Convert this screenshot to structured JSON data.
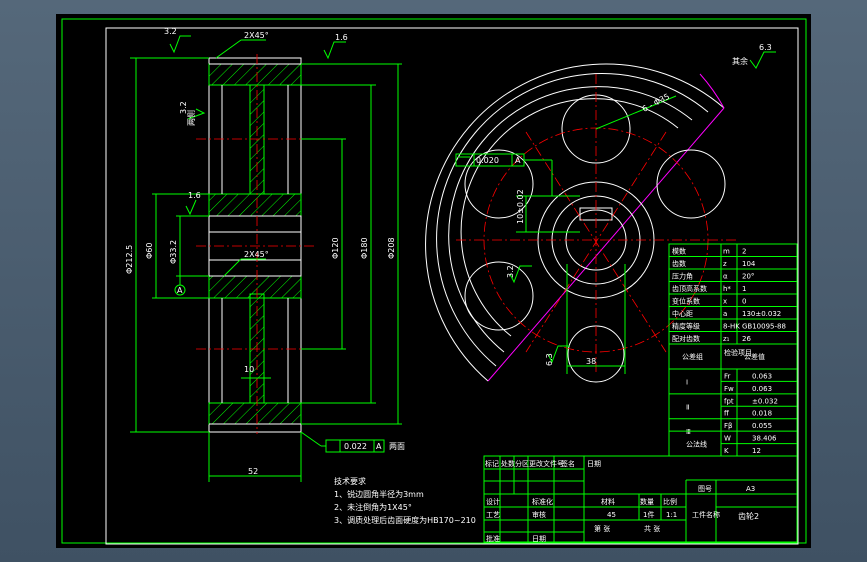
{
  "dimensions": {
    "top_chamfer": "2X45°",
    "mid_chamfer": "2X45°",
    "rough_top": "1.6",
    "rough_left": "3.2",
    "rough_side": "3.2",
    "side_note": "两侧",
    "rough_hub": "1.6",
    "d_tip": "Φ212.5",
    "d_60": "Φ60",
    "d_33": "Φ33.2",
    "d_120": "Φ120",
    "d_180": "Φ180",
    "d_208": "Φ208",
    "web": "10",
    "width": "52",
    "runout": "0.022",
    "runout_datum": "A",
    "runout_note": "两面"
  },
  "front_view": {
    "hole_callout": "6 - Φ35",
    "symmetry_tol": "0.020",
    "symmetry_datum": "A",
    "keyway_offset": "10±0.02",
    "keyway_rough": "3.2",
    "bore_rough": "6.3",
    "keyway_width": "38"
  },
  "rough_rest": {
    "value": "6.3",
    "label": "其余"
  },
  "params": [
    {
      "name": "模数",
      "sym": "m",
      "val": "2"
    },
    {
      "name": "齿数",
      "sym": "z",
      "val": "104"
    },
    {
      "name": "压力角",
      "sym": "α",
      "val": "20°"
    },
    {
      "name": "齿顶高系数",
      "sym": "h*",
      "val": "1"
    },
    {
      "name": "变位系数",
      "sym": "x",
      "val": "0"
    },
    {
      "name": "中心距",
      "sym": "a",
      "val": "130±0.032"
    },
    {
      "name": "精度等级",
      "sym": "8-HK",
      "val": "GB10095-88"
    },
    {
      "name": "配对齿数",
      "sym": "z₁",
      "val": "26"
    }
  ],
  "tol_header": {
    "group": "公差组",
    "check": "检验项目",
    "value": "公差值"
  },
  "tol_rows": [
    {
      "group": "Ⅰ",
      "sym": "Fr",
      "val": "0.063"
    },
    {
      "group": "",
      "sym": "Fw",
      "val": "0.063"
    },
    {
      "group": "Ⅱ",
      "sym": "fpt",
      "val": "±0.032"
    },
    {
      "group": "",
      "sym": "ff",
      "val": "0.018"
    },
    {
      "group": "Ⅲ",
      "sym": "Fβ",
      "val": "0.055"
    },
    {
      "group": "公法线",
      "sym": "W",
      "val": "38.406"
    },
    {
      "group": "",
      "sym": "K",
      "val": "12"
    }
  ],
  "notes": {
    "title": "技术要求",
    "items": [
      "1、锐边圆角半径为3mm",
      "2、未注倒角为1X45°",
      "3、调质处理后齿面硬度为HB170~210"
    ]
  },
  "title_block": {
    "rev_headers": [
      "标记",
      "处数",
      "分区",
      "更改文件号",
      "签名",
      "日期"
    ],
    "design": "设计",
    "standard": "标准化",
    "craft": "工艺",
    "approve": "批准",
    "review": "审核",
    "date": "日期",
    "material_label": "材料",
    "qty_label": "数量",
    "scale_label": "比例",
    "material": "45",
    "qty": "1件",
    "scale": "1:1",
    "sheet": "第  张",
    "total": "共  张",
    "work_label": "工件名称",
    "drawing_no_label": "图号",
    "drawing_no": "A3",
    "part_name": "齿轮2"
  }
}
